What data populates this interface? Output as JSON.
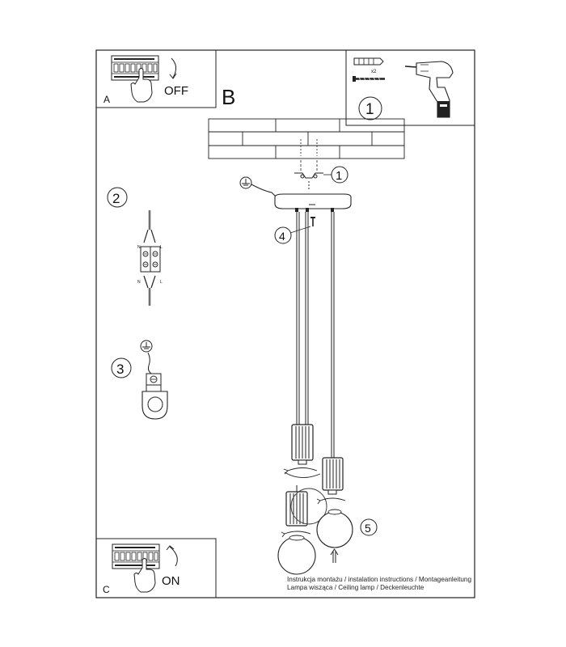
{
  "panels": {
    "a": {
      "letter": "A",
      "word": "OFF"
    },
    "b": {
      "letter": "B"
    },
    "c": {
      "letter": "C",
      "word": "ON"
    }
  },
  "steps": {
    "s1_top": "1",
    "s1_ceiling": "1",
    "s2": "2",
    "s3": "3",
    "s4": "4",
    "s5": "5"
  },
  "kit": {
    "quantity": "x2"
  },
  "terminal": {
    "n_top": "N",
    "l_top": "L",
    "n_bottom": "N",
    "l_bottom": "L"
  },
  "caption": {
    "line1": "Instrukcja montażu / instalation instructions / Montageanleitung",
    "line2": "Lampa wisząca / Ceiling lamp / Deckenleuchte"
  },
  "icons": [
    "breaker-panel-icon",
    "hand-pointer-icon",
    "drill-icon",
    "wall-plug-icon",
    "screw-icon",
    "ground-icon",
    "terminal-block-icon",
    "rotate-arrow-icon",
    "up-arrow-icon"
  ]
}
